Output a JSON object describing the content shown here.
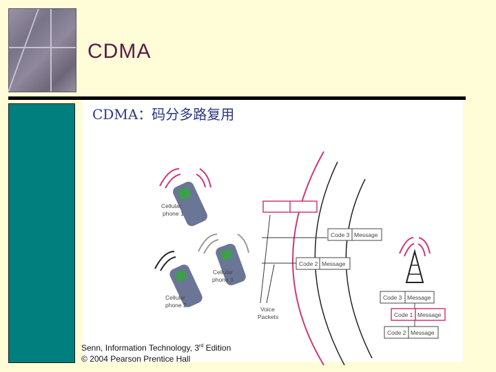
{
  "slide": {
    "title": "CDMA",
    "panel_heading": "CDMA：码分多路复用"
  },
  "phones": [
    {
      "label_line1": "Cellular",
      "label_line2": "phone 1"
    },
    {
      "label_line1": "Cellular",
      "label_line2": "phone 2"
    },
    {
      "label_line1": "Cellular",
      "label_line2": "phone 3"
    }
  ],
  "packets": [
    {
      "code": "Code 3",
      "message": "Message"
    },
    {
      "code": "Code 2",
      "message": "Message"
    }
  ],
  "tower_stack": [
    {
      "code": "Code 3",
      "message": "Message"
    },
    {
      "code": "Code 1",
      "message": "Message"
    },
    {
      "code": "Code 2",
      "message": "Message"
    }
  ],
  "voice_packets": {
    "line1": "Voice",
    "line2": "Packets"
  },
  "footer": {
    "author": "Senn, Information Technology, 3",
    "ordinal": "rd",
    "edition": " Edition",
    "copyright": "© 2004 Pearson Prentice Hall"
  },
  "colors": {
    "background": "#FFFCD8",
    "title": "#5A1A4A",
    "teal": "#007F7F",
    "magenta": "#D0357A"
  }
}
